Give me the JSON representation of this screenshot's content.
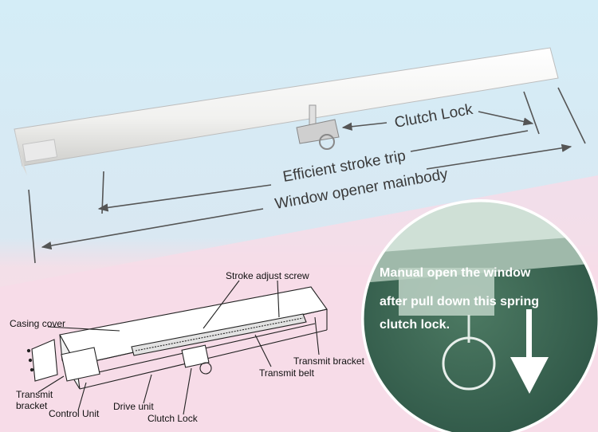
{
  "product_labels": {
    "clutch_lock": "Clutch Lock",
    "stroke_trip": "Efficient stroke trip",
    "mainbody": "Window opener mainbody"
  },
  "diagram_labels": {
    "stroke_adjust_screw": "Stroke adjust screw",
    "casing_cover": "Casing cover",
    "transmit_bracket_right": "Transmit bracket",
    "transmit_belt": "Transmit belt",
    "transmit_bracket_left_1": "Transmit",
    "transmit_bracket_left_2": "bracket",
    "control_unit": "Control Unit",
    "drive_unit": "Drive unit",
    "clutch_lock": "Clutch Lock"
  },
  "inset": {
    "caption_line1": "Manual open the window",
    "caption_line2": "after pull down this spring",
    "caption_line3": "clutch lock."
  },
  "colors": {
    "bg_top": "#d2ecf6",
    "bg_bottom": "#f7dde8",
    "body_white": "#f4f4f2",
    "inset_green": "#3f6c58",
    "arrow_white": "#ffffff"
  }
}
